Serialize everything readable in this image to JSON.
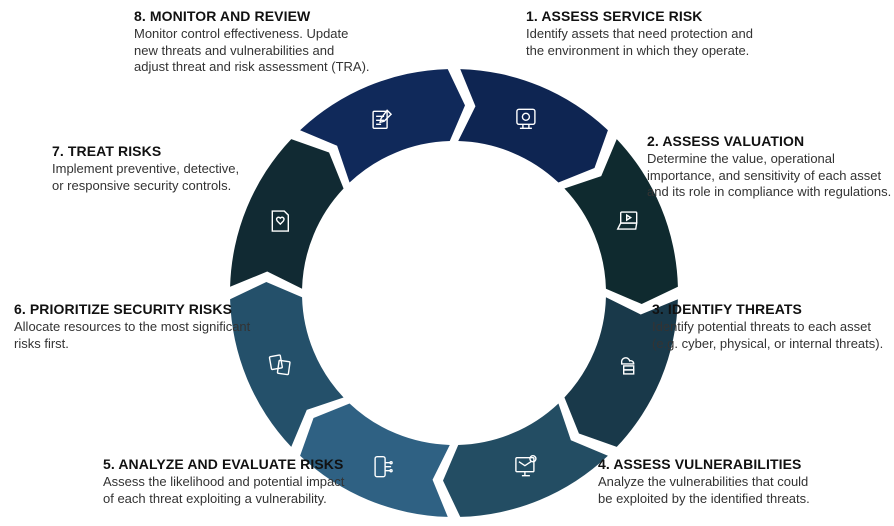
{
  "colors": {
    "seg1": "#0e2552",
    "seg2": "#0f2a2f",
    "seg3": "#19394a",
    "seg4": "#234d63",
    "seg5": "#2f6183",
    "seg6": "#24506a",
    "seg7": "#112a33",
    "seg8": "#10295a",
    "icon": "#ffffff"
  },
  "steps": [
    {
      "id": 1,
      "title": "1. ASSESS SERVICE RISK",
      "lines": [
        "Identify assets that need protection and",
        "the environment in which they operate."
      ],
      "icon": "monitor-video-icon"
    },
    {
      "id": 2,
      "title": "2. ASSESS VALUATION",
      "lines": [
        "Determine the value, operational",
        "importance, and sensitivity of each asset",
        "and its role in compliance with regulations."
      ],
      "icon": "laptop-play-icon"
    },
    {
      "id": 3,
      "title": "3. IDENTIFY THREATS",
      "lines": [
        "Identify potential threats to each asset",
        "(e.g. cyber, physical, or internal threats)."
      ],
      "icon": "cloud-server-icon"
    },
    {
      "id": 4,
      "title": "4. ASSESS VULNERABILITIES",
      "lines": [
        "Analyze the vulnerabilities that could",
        "be exploited by the identified threats."
      ],
      "icon": "monitor-alert-icon"
    },
    {
      "id": 5,
      "title": "5. ANALYZE AND EVALUATE RISKS",
      "lines": [
        "Assess the likelihood and potential impact",
        "of each threat exploiting a vulnerability."
      ],
      "icon": "phone-network-icon"
    },
    {
      "id": 6,
      "title": "6. PRIORITIZE SECURITY RISKS",
      "lines": [
        "Allocate resources to the most significant",
        "risks first."
      ],
      "icon": "photo-cards-icon"
    },
    {
      "id": 7,
      "title": "7. TREAT RISKS",
      "lines": [
        "Implement preventive, detective,",
        "or responsive security controls."
      ],
      "icon": "shield-document-icon"
    },
    {
      "id": 8,
      "title": "8. MONITOR AND REVIEW",
      "lines": [
        "Monitor control effectiveness. Update",
        "new threats and vulnerabilities and",
        "adjust threat and risk assessment (TRA)."
      ],
      "icon": "document-edit-icon"
    }
  ]
}
